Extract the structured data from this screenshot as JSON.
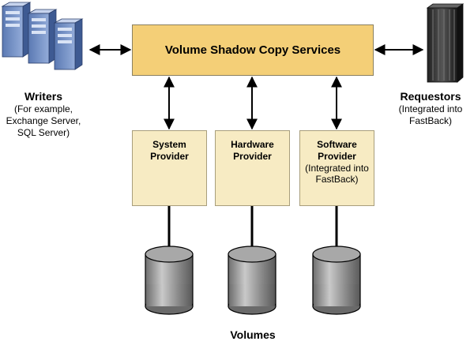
{
  "vss": {
    "label": "Volume Shadow Copy Services"
  },
  "providers": [
    {
      "title": "System Provider",
      "sub": ""
    },
    {
      "title": "Hardware Provider",
      "sub": ""
    },
    {
      "title": "Software Provider",
      "sub": "(Integrated into FastBack)"
    }
  ],
  "writers": {
    "title": "Writers",
    "sub": "(For example, Exchange Server, SQL Server)"
  },
  "requestors": {
    "title": "Requestors",
    "sub": "(Integrated into FastBack)"
  },
  "volumes": {
    "label": "Volumes"
  },
  "colors": {
    "vss_fill": "#f4cf77",
    "provider_fill": "#f7ebc3",
    "cylinder": "#8c8c8c",
    "server_blue": "#6f8fc6"
  }
}
